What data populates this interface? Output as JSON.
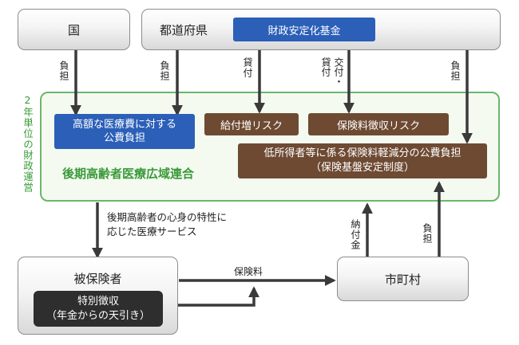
{
  "top": {
    "country": "国",
    "prefecture": "都道府県",
    "fund": "財政安定化基金"
  },
  "union": {
    "title": "後期高齢者医療広域連合",
    "side_label": "2年単位の財政運営",
    "boxes": {
      "high_cost": "高額な医療費に対する\n公費負担",
      "benefit_risk": "給付増リスク",
      "premium_risk": "保険料徴収リスク",
      "low_income": "低所得者等に係る保険料軽減分の公費負担\n（保険基盤安定制度）"
    }
  },
  "arrow_labels": {
    "futan_country": "負担",
    "futan_pref": "負担",
    "kashitsuke": "貸付",
    "kofu_kashitsuke": "交付・貸付",
    "futan_right": "負担",
    "service": "後期高齢者の心身の特性に\n応じた医療サービス",
    "nofukin": "納付金",
    "futan_city": "負担",
    "premium": "保険料"
  },
  "bottom": {
    "insured": "被保険者",
    "special": "特別徴収\n（年金からの天引き）",
    "city": "市町村"
  },
  "colors": {
    "accent_green": "#3a9a3a",
    "union_border": "#6cb66c",
    "union_bg": "#f4faf0",
    "blue_box": "#2b5fb8",
    "brown_box": "#6e4a33",
    "arrow": "#3a3a3a"
  }
}
